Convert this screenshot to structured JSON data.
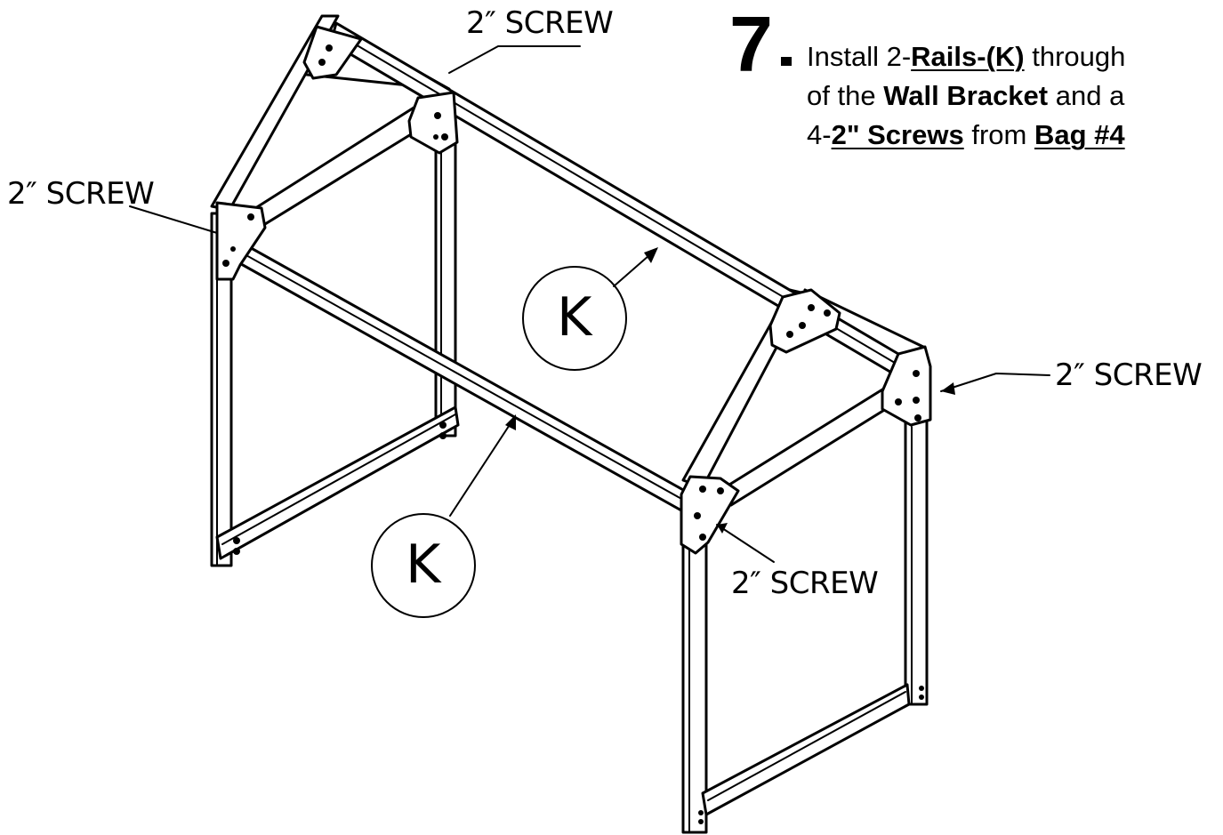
{
  "step": {
    "number": "7",
    "line1_prefix": "Install 2-",
    "line1_part": "Rails-(K)",
    "line1_suffix": " through",
    "line2_prefix": "of the ",
    "line2_part": "Wall Bracket",
    "line2_suffix": " and a",
    "line3_prefix": "4-",
    "line3_part": "2\" Screws",
    "line3_middle": " from ",
    "line3_bag": "Bag #4"
  },
  "labels": {
    "screw_top": "2″  SCREW",
    "screw_left": "2″  SCREW",
    "screw_right": "2″  SCREW",
    "screw_bottom": "2″  SCREW",
    "rail_upper": "K",
    "rail_lower": "K"
  }
}
